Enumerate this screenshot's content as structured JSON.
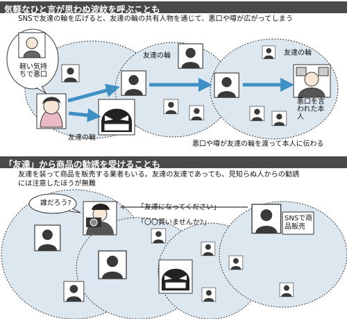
{
  "section1": {
    "title": "気軽なひと言が思わぬ波紋を呼ぶことも",
    "description": "SNSで友達の輪を広げると、友達の輪の共有人物を通じて、悪口や噂が広がってしまう",
    "bubble_text": "軽い気持ちで悪口",
    "circle_label_left": "友達の輪",
    "circle_label_mid": "友達の輪",
    "circle_label_right": "友達の輪",
    "victim_label": "悪口を言われた本人",
    "caption": "悪口や噂が友達の輪を渡って本人に伝わる"
  },
  "section2": {
    "title": "「友達」から商品の勧誘を受けることも",
    "description_line1": "友達を装って商品を販売する業者もいる。友達の友達であっても、見知らぬ人からの勧誘",
    "description_line2": "には注意したほうが無難",
    "bubble_text": "誰だろう?",
    "quote1": "「友達になってください」",
    "quote2": "「〇〇買いませんか?」",
    "seller_label": "SNSで商品販売"
  },
  "colors": {
    "band": "#4a4a4a",
    "circle_fill": "#dde7f0",
    "arrow": "#3d8fc4"
  }
}
